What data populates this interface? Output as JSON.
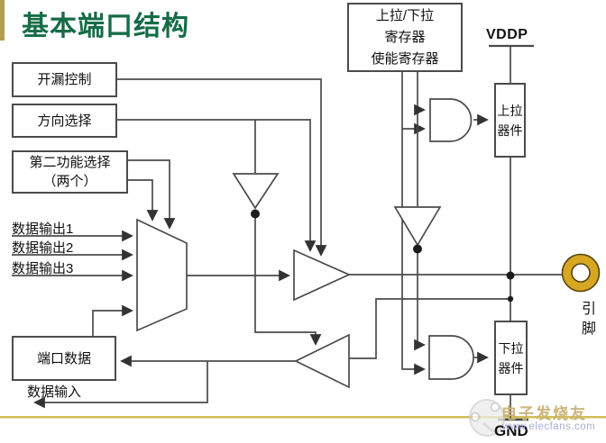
{
  "slide": {
    "title": "基本端口结构",
    "colors": {
      "title_green": "#156c46",
      "accent_bar_olive": "#b19d4f",
      "bottom_rule_yellow": "#d2bf55",
      "wire_gray": "#4b4b4b",
      "pad_gold": "#d7a623",
      "watermark_tan": "#c9b274",
      "watermark_blue": "#a8afd8"
    }
  },
  "blocks": {
    "open_drain": "开漏控制",
    "direction": "方向选择",
    "alt_function": "第二功能选择\n（两个）",
    "pull_register": "上拉/下拉\n寄存器\n使能寄存器",
    "port_data": "端口数据",
    "pullup_device": "上拉\n器件",
    "pulldown_device": "下拉\n器件"
  },
  "labels": {
    "data_out1": "数据输出1",
    "data_out2": "数据输出2",
    "data_out3": "数据输出3",
    "data_in": "数据输入",
    "vddp": "VDDP",
    "gnd": "GND",
    "pin": "引脚"
  },
  "watermark": {
    "site_name": "电子发烧友",
    "site_url": "www.elecfans.com"
  }
}
